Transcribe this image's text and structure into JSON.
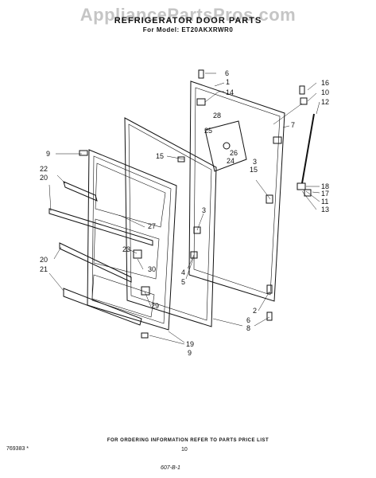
{
  "watermark": "AppliancePartsPros.com",
  "header": {
    "title": "REFRIGERATOR DOOR PARTS",
    "model_line": "For Model: ET20AKXRWR0"
  },
  "footer": {
    "note": "FOR ORDERING INFORMATION REFER TO PARTS PRICE LIST",
    "page_number": "10",
    "doc_number": "769383 *",
    "date_code": "607-B-1"
  },
  "callouts": [
    "1",
    "2",
    "3",
    "3",
    "4",
    "5",
    "6",
    "7",
    "8",
    "9",
    "9",
    "10",
    "11",
    "12",
    "13",
    "14",
    "15",
    "15",
    "16",
    "17",
    "18",
    "19",
    "20",
    "20",
    "21",
    "22",
    "23",
    "24",
    "25",
    "26",
    "27",
    "28",
    "29",
    "30"
  ]
}
